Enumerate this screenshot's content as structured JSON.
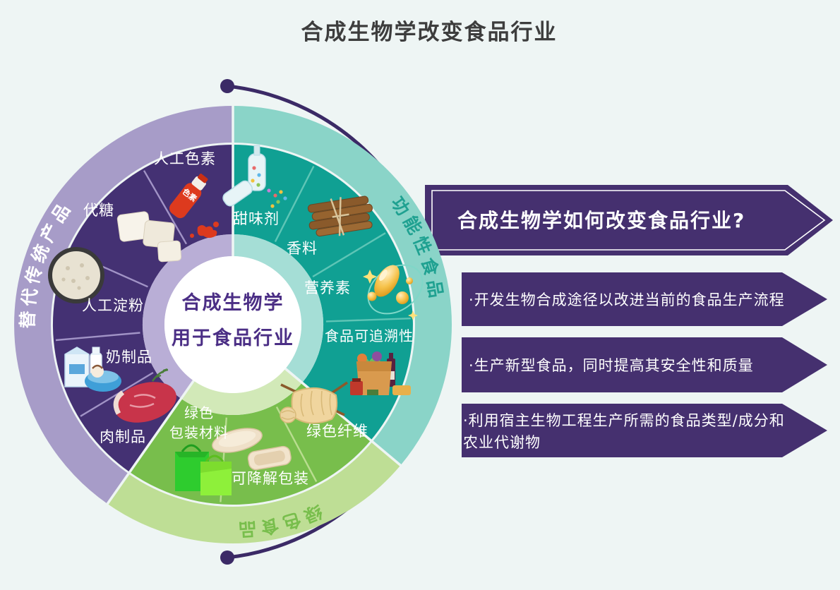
{
  "title": "合成生物学改变食品行业",
  "wheel": {
    "center": {
      "lines": [
        "合成生物学",
        "用于食品行业"
      ]
    },
    "colorant_bottle_label": "色素",
    "categories": [
      {
        "name": "功能性食品",
        "items": [
          {
            "lines": [
              "甜味剂"
            ]
          },
          {
            "lines": [
              "香料"
            ]
          },
          {
            "lines": [
              "营养素"
            ]
          },
          {
            "lines": [
              "食品可追溯性"
            ]
          }
        ]
      },
      {
        "name": "绿色食品",
        "items": [
          {
            "lines": [
              "绿色纤维"
            ]
          },
          {
            "lines": [
              "可降解包装"
            ]
          },
          {
            "lines": [
              "绿色",
              "包装材料"
            ]
          }
        ]
      },
      {
        "name": "替代传统产品",
        "items": [
          {
            "lines": [
              "人工色素"
            ]
          },
          {
            "lines": [
              "代糖"
            ]
          },
          {
            "lines": [
              "人工淀粉"
            ]
          },
          {
            "lines": [
              "奶制品"
            ]
          },
          {
            "lines": [
              "肉制品"
            ]
          }
        ]
      }
    ]
  },
  "panel": {
    "heading": "合成生物学如何改变食品行业?",
    "bullets": [
      {
        "lines": [
          "·开发生物合成途径以改进当前的食品生产流程"
        ]
      },
      {
        "lines": [
          "·生产新型食品，同时提高其安全性和质量"
        ]
      },
      {
        "lines": [
          "·利用宿主生物工程生产所需的食品类型/成分和",
          "农业代谢物"
        ]
      }
    ]
  },
  "colors": {
    "background": "#eef5f4",
    "sector_purple": "#443173",
    "sector_teal": "#10a093",
    "sector_green": "#78be4c",
    "ring_purple": "#a79cc8",
    "ring_teal": "#8ad4c8",
    "ring_green": "#bede95",
    "banner_purple": "#45306f",
    "center_text_purple": "#4b2e85"
  }
}
